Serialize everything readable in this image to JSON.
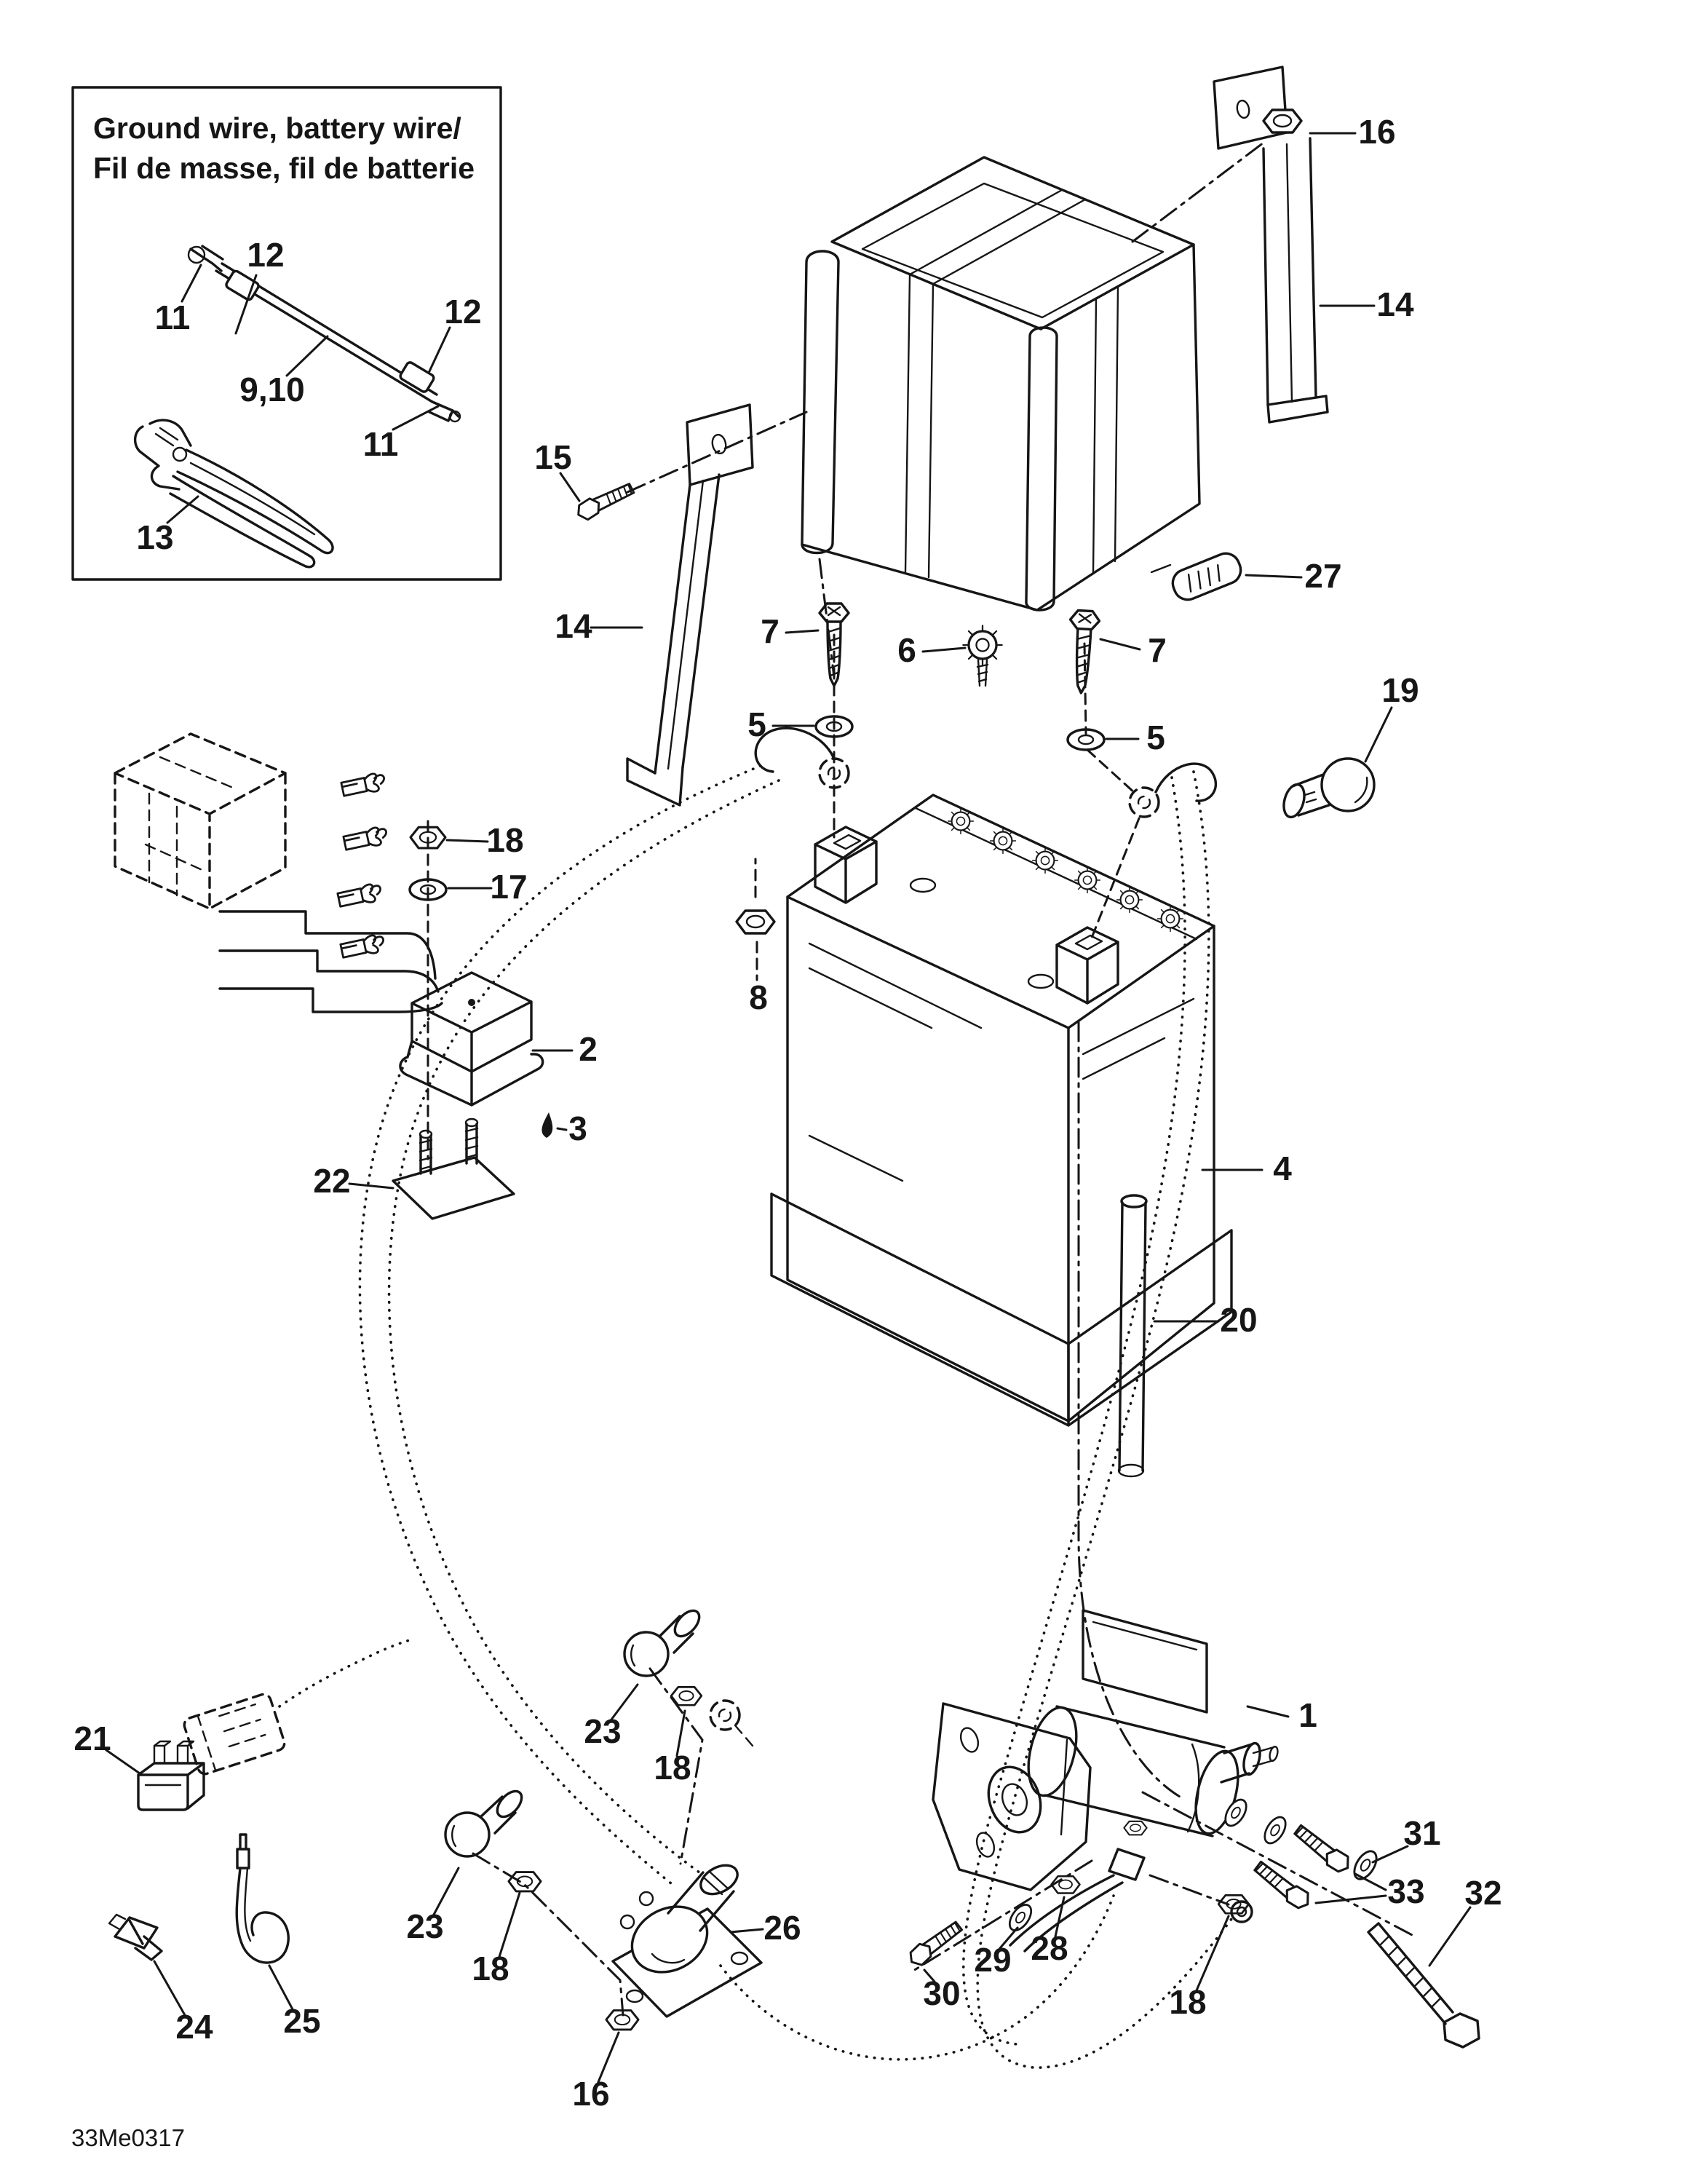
{
  "inset": {
    "title_line1": "Ground wire, battery wire/",
    "title_line2": "Fil de masse, fil de batterie"
  },
  "drawing_code": "33Me0317",
  "colors": {
    "ink": "#161616",
    "paper": "#ffffff"
  },
  "callouts": [
    {
      "label": "12"
    },
    {
      "label": "11"
    },
    {
      "label": "9,10"
    },
    {
      "label": "12"
    },
    {
      "label": "11"
    },
    {
      "label": "13"
    },
    {
      "label": "15"
    },
    {
      "label": "16"
    },
    {
      "label": "14"
    },
    {
      "label": "27"
    },
    {
      "label": "14"
    },
    {
      "label": "7"
    },
    {
      "label": "6"
    },
    {
      "label": "7"
    },
    {
      "label": "5"
    },
    {
      "label": "5"
    },
    {
      "label": "19"
    },
    {
      "label": "8"
    },
    {
      "label": "4"
    },
    {
      "label": "20"
    },
    {
      "label": "18"
    },
    {
      "label": "17"
    },
    {
      "label": "2"
    },
    {
      "label": "3"
    },
    {
      "label": "22"
    },
    {
      "label": "1"
    },
    {
      "label": "31"
    },
    {
      "label": "32"
    },
    {
      "label": "33"
    },
    {
      "label": "28"
    },
    {
      "label": "29"
    },
    {
      "label": "30"
    },
    {
      "label": "18"
    },
    {
      "label": "23"
    },
    {
      "label": "18"
    },
    {
      "label": "26"
    },
    {
      "label": "16"
    },
    {
      "label": "23"
    },
    {
      "label": "18"
    },
    {
      "label": "21"
    },
    {
      "label": "24"
    },
    {
      "label": "25"
    }
  ]
}
